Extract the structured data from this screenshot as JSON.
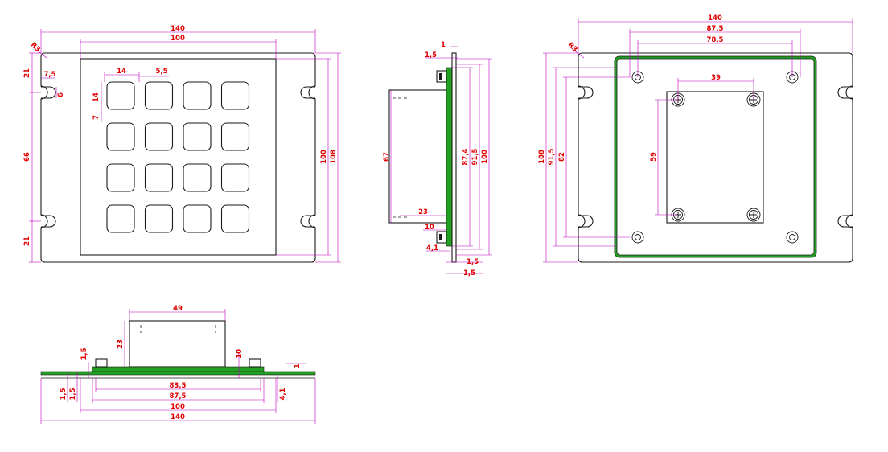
{
  "colors": {
    "outline": "#1a1a1a",
    "dimension_line": "#c000c0",
    "dimension_text": "#e00000",
    "pcb": "#22a022"
  },
  "front_view": {
    "overall_width": "140",
    "keypad_width": "100",
    "corner_radius": "R3",
    "key_width": "14",
    "key_gap": "5,5",
    "key_height": "14",
    "key_vgap": "7",
    "slot_offset": "7,5",
    "slot_width": "6",
    "edge_top": "21",
    "slot_spacing": "66",
    "edge_bottom": "21",
    "keypad_height": "100",
    "overall_height": "108",
    "key_rows": 4,
    "key_cols": 4
  },
  "side_view": {
    "top_1": "1",
    "top_1_5": "1,5",
    "body_height": "67",
    "pcb_height": "87,4",
    "mid_91_5": "91,5",
    "height_100": "100",
    "depth_23": "23",
    "depth_10": "10",
    "depth_4_1": "4,1",
    "bottom_1_5a": "1,5",
    "bottom_1_5b": "1,5"
  },
  "rear_view": {
    "overall_width": "140",
    "hole_span_outer": "87,5",
    "hole_span_inner": "78,5",
    "corner_radius": "R3",
    "module_width": "39",
    "module_height": "59",
    "height_108": "108",
    "height_91_5": "91,5",
    "height_82": "82"
  },
  "bottom_view": {
    "body_width": "49",
    "body_depth": "23",
    "t_1_5": "1,5",
    "t_10": "10",
    "t_1": "1",
    "t_1_5b": "1,5",
    "t_1_5c": "1,5",
    "t_4_1": "4,1",
    "w_83_5": "83,5",
    "w_87_5": "87,5",
    "w_100": "100",
    "w_140": "140"
  }
}
